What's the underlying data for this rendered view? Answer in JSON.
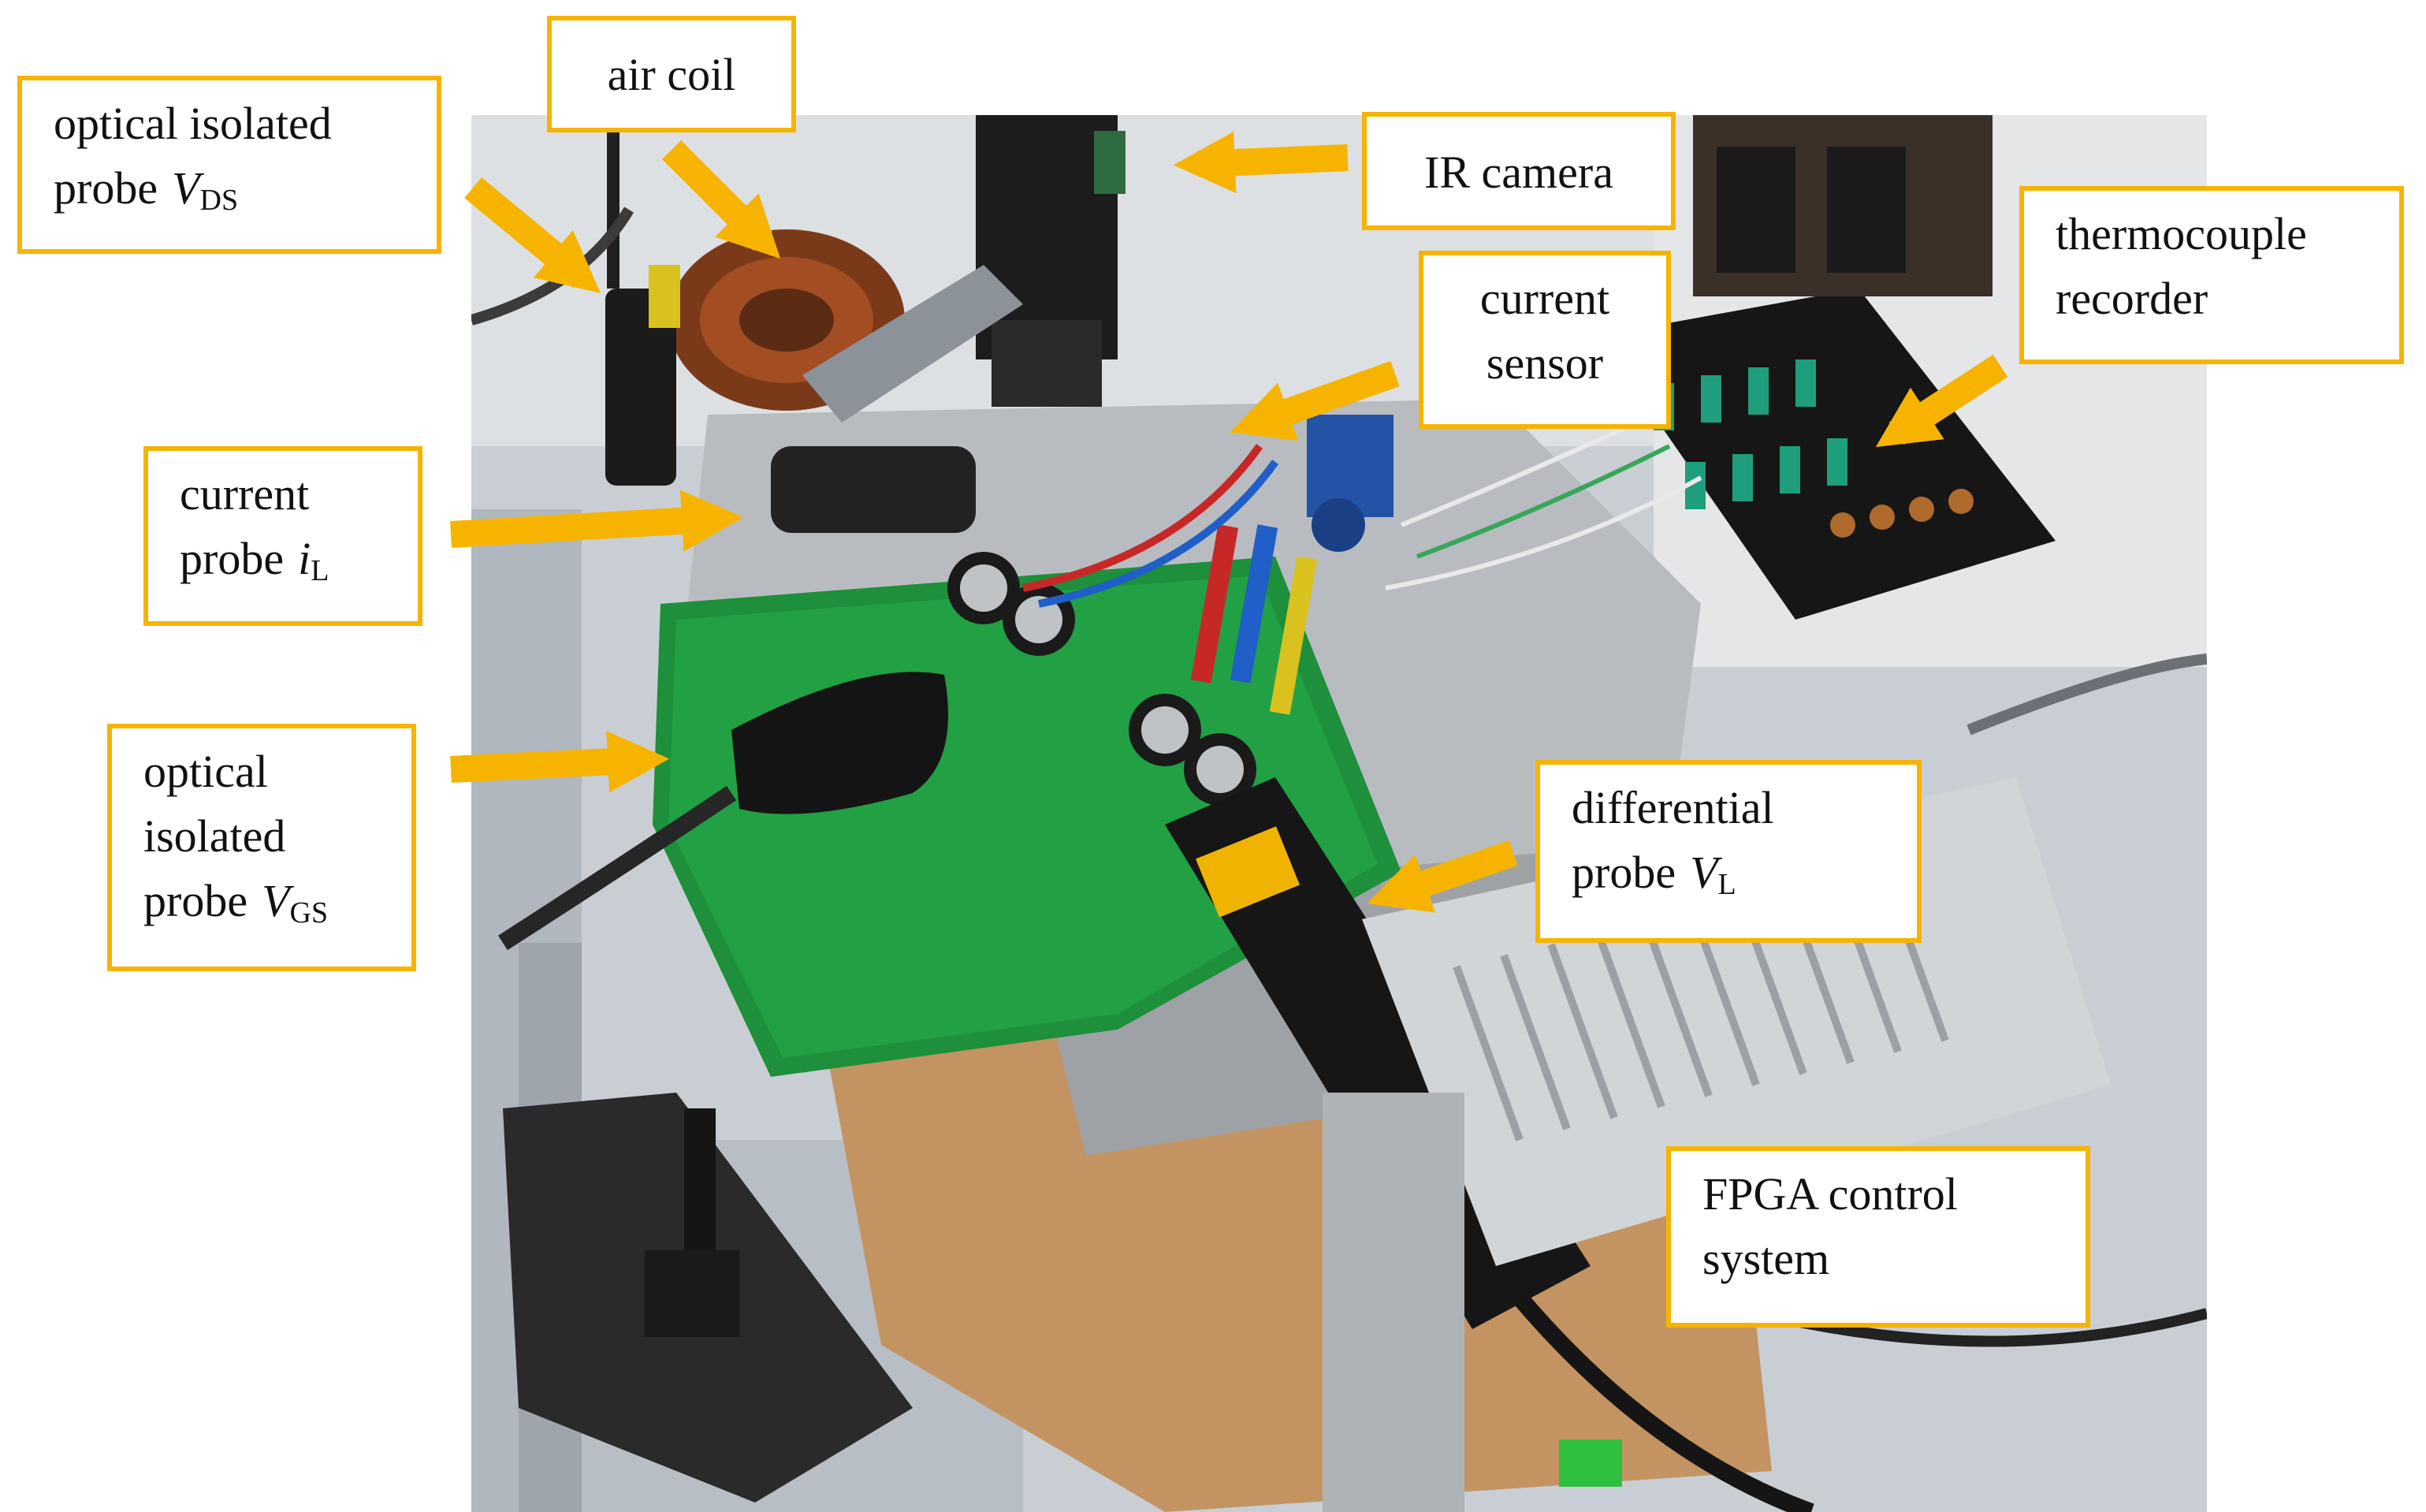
{
  "image": {
    "description_labels": {
      "optical_vds": {
        "line1": "optical isolated",
        "line2": "probe",
        "symbol": "V",
        "subscript": "DS"
      },
      "air_coil": {
        "line1": "air coil"
      },
      "ir_camera": {
        "line1": "IR camera"
      },
      "current_sensor": {
        "line1": "current",
        "line2": "sensor"
      },
      "thermocouple": {
        "line1": "thermocouple",
        "line2": "recorder"
      },
      "current_probe": {
        "line1": "current",
        "line2": "probe",
        "symbol": "i",
        "subscript": "L"
      },
      "optical_vgs": {
        "line1": "optical",
        "line2": "isolated",
        "line3": "probe",
        "symbol": "V",
        "subscript": "GS"
      },
      "differential": {
        "line1": "differential",
        "line2": "probe",
        "symbol": "V",
        "subscript": "L"
      },
      "fpga": {
        "line1": "FPGA control",
        "line2": "system"
      }
    },
    "colors": {
      "accent_border": "#f6b400",
      "arrow": "#f6b400",
      "text": "#111111"
    }
  }
}
